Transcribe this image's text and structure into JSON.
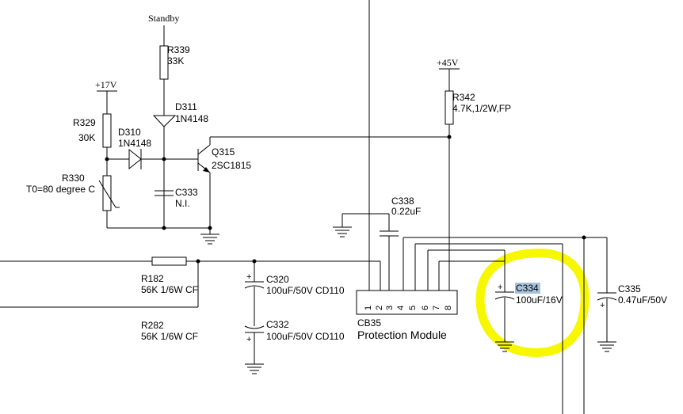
{
  "rails": {
    "standby": "Standby",
    "v17": "+17V",
    "v45": "+45V"
  },
  "components": {
    "r339": {
      "ref": "R339",
      "value": "33K"
    },
    "d311": {
      "ref": "D311",
      "value": "1N4148"
    },
    "r329": {
      "ref": "R329",
      "value": "30K"
    },
    "d310": {
      "ref": "D310",
      "value": "1N4148"
    },
    "r330": {
      "ref": "R330",
      "value": "T0=80 degree C"
    },
    "q315": {
      "ref": "Q315",
      "value": "2SC1815"
    },
    "c333": {
      "ref": "C333",
      "value": "N.I."
    },
    "r342": {
      "ref": "R342",
      "value": "4.7K,1/2W,FP"
    },
    "c338": {
      "ref": "C338",
      "value": "0.22uF"
    },
    "r182": {
      "ref": "R182",
      "value": "56K 1/6W CF"
    },
    "r282": {
      "ref": "R282",
      "value": "56K 1/6W CF"
    },
    "c320": {
      "ref": "C320",
      "value": "100uF/50V CD110"
    },
    "c332": {
      "ref": "C332",
      "value": "100uF/50V CD110"
    },
    "c334": {
      "ref": "C334",
      "value": "100uF/16V"
    },
    "c335": {
      "ref": "C335",
      "value": "0.47uF/50V"
    }
  },
  "module": {
    "ref": "CB35",
    "name": "Protection Module",
    "pins": [
      "1",
      "2",
      "3",
      "4",
      "5",
      "6",
      "7",
      "8"
    ]
  },
  "colors": {
    "highlight_circle": "#f7f700",
    "selection": "#a7c3db",
    "wire": "#000000"
  }
}
